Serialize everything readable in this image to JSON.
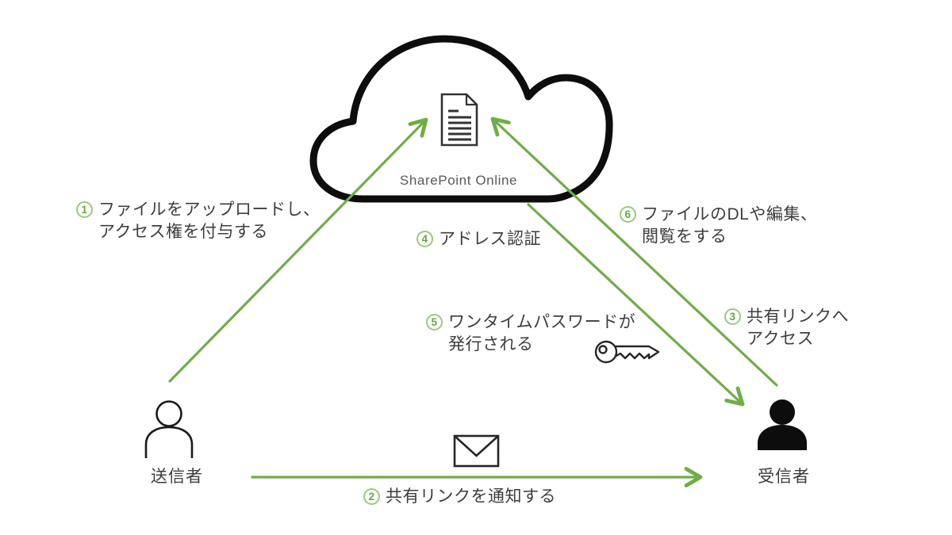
{
  "accent_color": "#70AD47",
  "cloud": {
    "label": "SharePoint Online"
  },
  "actors": {
    "sender": "送信者",
    "receiver": "受信者"
  },
  "steps": [
    {
      "num": "1",
      "lines": [
        "ファイルをアップロードし、",
        "アクセス権を付与する"
      ]
    },
    {
      "num": "2",
      "lines": [
        "共有リンクを通知する"
      ]
    },
    {
      "num": "3",
      "lines": [
        "共有リンクへ",
        "アクセス"
      ]
    },
    {
      "num": "4",
      "lines": [
        "アドレス認証"
      ]
    },
    {
      "num": "5",
      "lines": [
        "ワンタイムパスワードが",
        "発行される"
      ]
    },
    {
      "num": "6",
      "lines": [
        "ファイルのDLや編集、",
        "閲覧をする"
      ]
    }
  ],
  "icons": {
    "cloud": "cloud-icon",
    "document": "document-icon",
    "envelope": "envelope-icon",
    "key": "key-icon",
    "sender": "sender-person-icon",
    "receiver": "receiver-person-icon"
  }
}
